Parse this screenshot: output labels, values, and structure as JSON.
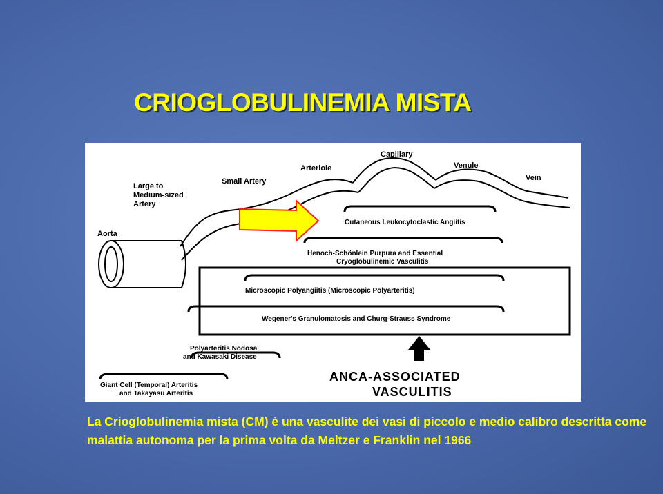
{
  "slide": {
    "title": "CRIOGLOBULINEMIA MISTA",
    "caption": "La Crioglobulinemia mista (CM) è una vasculite dei vasi di piccolo e medio calibro descritta come malattia autonoma per la prima volta da Meltzer e Franklin nel 1966"
  },
  "figure": {
    "vessel_labels": {
      "aorta": "Aorta",
      "large_1": "Large to",
      "large_2": "Medium-sized",
      "large_3": "Artery",
      "small_artery": "Small Artery",
      "arteriole": "Arteriole",
      "capillary": "Capillary",
      "venule": "Venule",
      "vein": "Vein"
    },
    "disease_labels": {
      "cutaneous": "Cutaneous Leukocytoclastic Angiitis",
      "henoch_1": "Henoch-Schönlein Purpura and Essential",
      "henoch_2": "Cryoglobulinemic Vasculitis",
      "microscopic": "Microscopic Polyangiitis (Microscopic Polyarteritis)",
      "wegener": "Wegener's Granulomatosis and Churg-Strauss Syndrome",
      "polyarteritis_1": "Polyarteritis Nodosa",
      "polyarteritis_2": "and Kawasaki Disease",
      "giant_1": "Giant Cell (Temporal) Arteritis",
      "giant_2": "and Takayasu Arteritis",
      "anca_1": "ANCA-ASSOCIATED",
      "anca_2": "VASCULITIS"
    },
    "colors": {
      "arrow_fill": "#ffff00",
      "arrow_stroke": "#ff2222"
    }
  }
}
